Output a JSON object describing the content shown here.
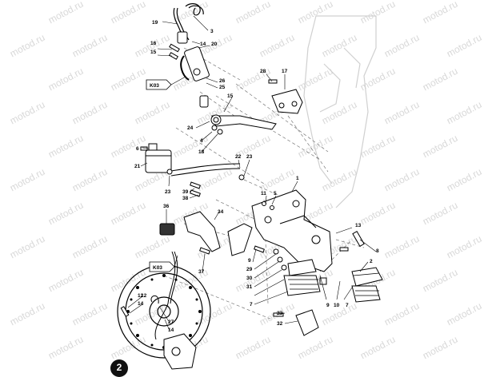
{
  "watermark": "motod.ru",
  "page_number": "2",
  "ref_tags": [
    "K03",
    "K03"
  ],
  "callouts": [
    "19",
    "3",
    "20",
    "14",
    "16",
    "15",
    "28",
    "17",
    "26",
    "25",
    "15",
    "24",
    "4",
    "18",
    "6",
    "21",
    "22",
    "23",
    "23",
    "39",
    "38",
    "11",
    "5",
    "1",
    "36",
    "34",
    "13",
    "8",
    "2",
    "9",
    "29",
    "30",
    "31",
    "12",
    "7",
    "37",
    "12",
    "14",
    "27",
    "14",
    "33",
    "32",
    "9",
    "10",
    "7"
  ]
}
